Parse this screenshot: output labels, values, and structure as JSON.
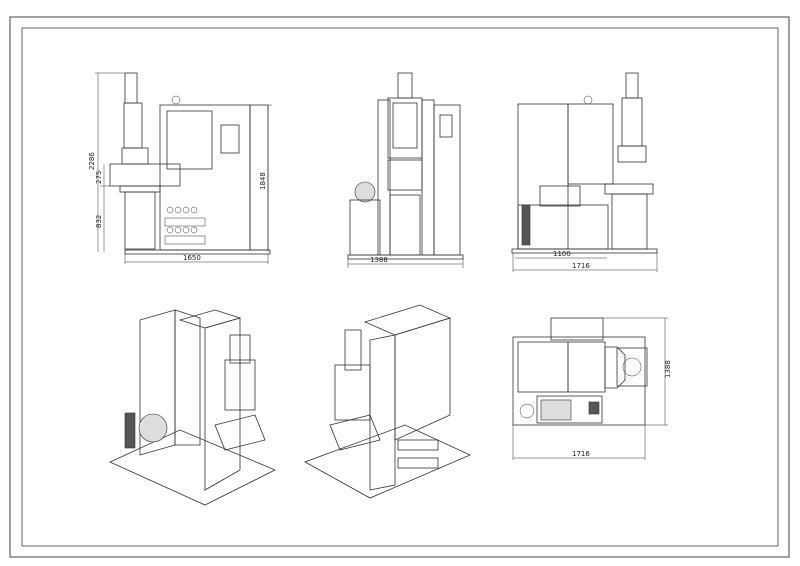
{
  "drawing": {
    "front_view": {
      "height_total": "2286",
      "height_upper": "275",
      "height_table": "832",
      "height_cabinet": "1848",
      "width": "1650"
    },
    "side_view": {
      "width": "1388"
    },
    "rear_view": {
      "width_inner": "1100",
      "width_total": "1716"
    },
    "top_view": {
      "width": "1716",
      "depth": "1388"
    }
  }
}
